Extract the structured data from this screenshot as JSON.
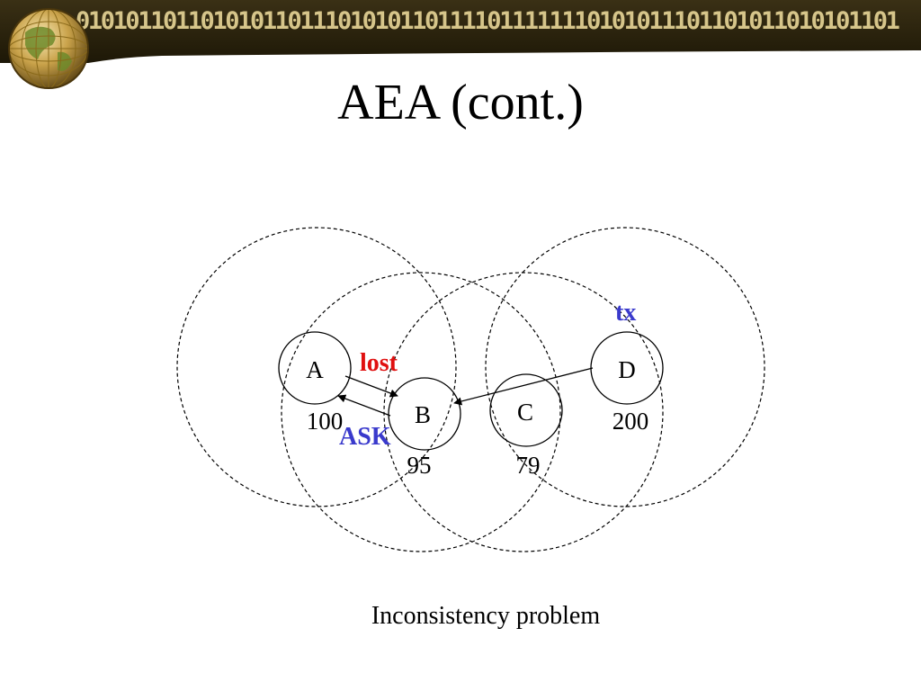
{
  "banner": {
    "binary_string": "010101101101010110111010101101111011111110101011101101011010101101"
  },
  "slide": {
    "title": "AEA (cont.)",
    "caption": "Inconsistency problem"
  },
  "diagram": {
    "nodes": {
      "A": {
        "label": "A",
        "value": "100"
      },
      "B": {
        "label": "B",
        "value": "95"
      },
      "C": {
        "label": "C",
        "value": "79"
      },
      "D": {
        "label": "D",
        "value": "200"
      }
    },
    "annotations": {
      "lost": "lost",
      "ask": "ASK",
      "tx": "tx"
    },
    "colors": {
      "lost": "#e01010",
      "ask": "#3a3acc",
      "tx": "#3a3acc",
      "binary": "#d6c58a",
      "banner_dark": "#2a2410"
    }
  }
}
